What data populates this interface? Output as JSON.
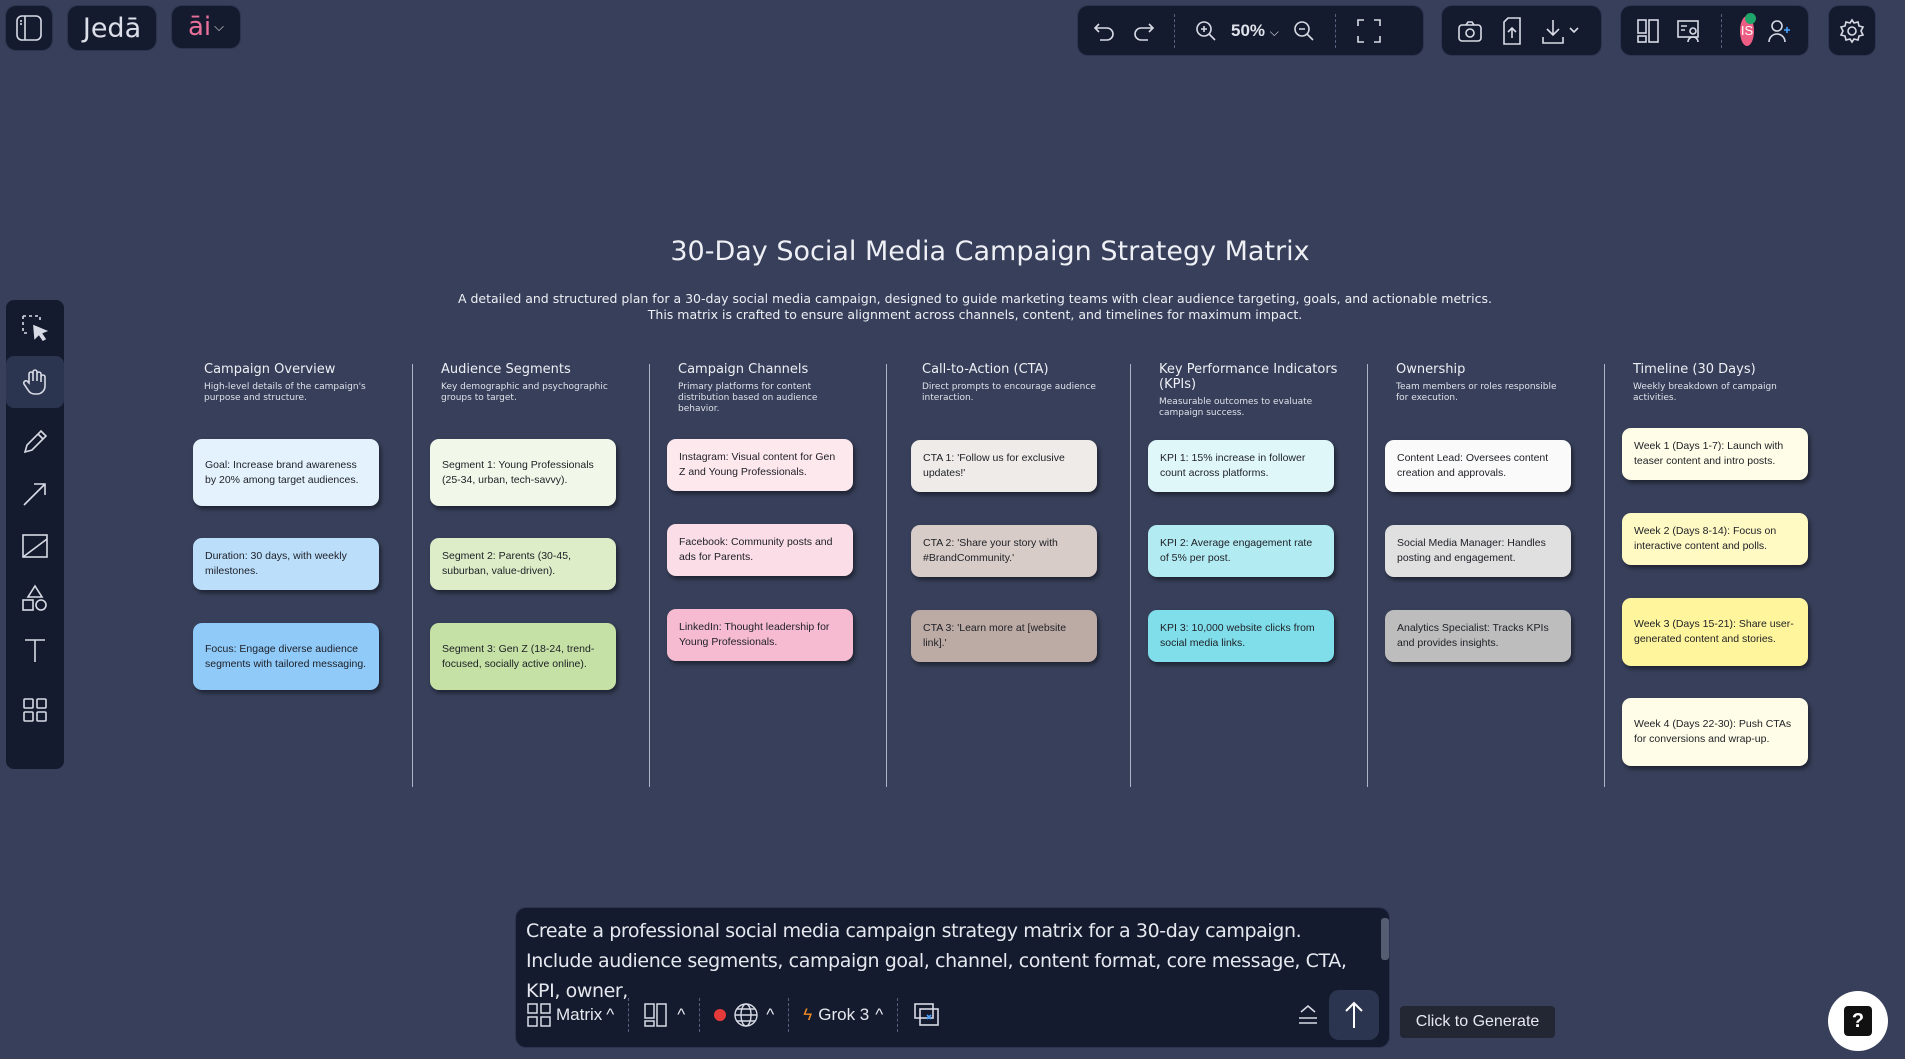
{
  "app": {
    "logo": "Jedā",
    "ai_label": "āi",
    "zoom": "50%",
    "avatar_initials": "IS"
  },
  "canvas": {
    "title": "30-Day Social Media Campaign Strategy Matrix",
    "subtitle_line1": "A detailed and structured plan for a 30-day social media campaign, designed to guide marketing teams with clear audience targeting, goals, and actionable metrics.",
    "subtitle_line2": "This matrix is crafted to ensure alignment across channels, content, and timelines for maximum impact.",
    "columns": [
      {
        "title": "Campaign Overview",
        "desc": "High-level details of the campaign's purpose and structure.",
        "cards": [
          {
            "text": "Goal: Increase brand awareness by 20% among target audiences.",
            "color": "#e3f2fd"
          },
          {
            "text": "Duration: 30 days, with weekly milestones.",
            "color": "#bbdefb"
          },
          {
            "text": "Focus: Engage diverse audience segments with tailored messaging.",
            "color": "#90caf9"
          }
        ]
      },
      {
        "title": "Audience Segments",
        "desc": "Key demographic and psychographic groups to target.",
        "cards": [
          {
            "text": "Segment 1: Young Professionals (25-34, urban, tech-savvy).",
            "color": "#f1f8e9"
          },
          {
            "text": "Segment 2: Parents (30-45, suburban, value-driven).",
            "color": "#dcedc8"
          },
          {
            "text": "Segment 3: Gen Z (18-24, trend-focused, socially active online).",
            "color": "#c5e1a5"
          }
        ]
      },
      {
        "title": "Campaign Channels",
        "desc": "Primary platforms for content distribution based on audience behavior.",
        "cards": [
          {
            "text": "Instagram: Visual content for Gen Z and Young Professionals.",
            "color": "#fde8ee"
          },
          {
            "text": "Facebook: Community posts and ads for Parents.",
            "color": "#fadde6"
          },
          {
            "text": "LinkedIn: Thought leadership for Young Professionals.",
            "color": "#f6bbd0"
          }
        ]
      },
      {
        "title": "Call-to-Action (CTA)",
        "desc": "Direct prompts to encourage audience interaction.",
        "cards": [
          {
            "text": "CTA 1: 'Follow us for exclusive updates!'",
            "color": "#efebe9"
          },
          {
            "text": "CTA 2: 'Share your story with #BrandCommunity.'",
            "color": "#d7ccc8"
          },
          {
            "text": "CTA 3: 'Learn more at [website link].'",
            "color": "#bcaaa4"
          }
        ]
      },
      {
        "title": "Key Performance Indicators (KPIs)",
        "desc": "Measurable outcomes to evaluate campaign success.",
        "cards": [
          {
            "text": "KPI 1: 15% increase in follower count across platforms.",
            "color": "#e0f7fa"
          },
          {
            "text": "KPI 2: Average engagement rate of 5% per post.",
            "color": "#b2ebf2"
          },
          {
            "text": "KPI 3: 10,000 website clicks from social media links.",
            "color": "#80deea"
          }
        ]
      },
      {
        "title": "Ownership",
        "desc": "Team members or roles responsible for execution.",
        "cards": [
          {
            "text": "Content Lead: Oversees content creation and approvals.",
            "color": "#fafafa"
          },
          {
            "text": "Social Media Manager: Handles posting and engagement.",
            "color": "#e0e0e0"
          },
          {
            "text": "Analytics Specialist: Tracks KPIs and provides insights.",
            "color": "#bdbdbd"
          }
        ]
      },
      {
        "title": "Timeline (30 Days)",
        "desc": "Weekly breakdown of campaign activities.",
        "cards": [
          {
            "text": "Week 1 (Days 1-7): Launch with teaser content and intro posts.",
            "color": "#fffde7"
          },
          {
            "text": "Week 2 (Days 8-14): Focus on interactive content and polls.",
            "color": "#fff9c4"
          },
          {
            "text": "Week 3 (Days 15-21): Share user-generated content and stories.",
            "color": "#fff59d"
          },
          {
            "text": "Week 4 (Days 22-30): Push CTAs for conversions and wrap-up.",
            "color": "#fffde7"
          }
        ]
      }
    ]
  },
  "prompt": {
    "text": "Create a professional social media campaign strategy matrix for a 30-day campaign. Include audience segments, campaign goal, channel, content format, core message, CTA, KPI, owner,",
    "template": "Matrix",
    "model": "Grok 3",
    "tooltip": "Click to Generate"
  },
  "help_label": "?"
}
